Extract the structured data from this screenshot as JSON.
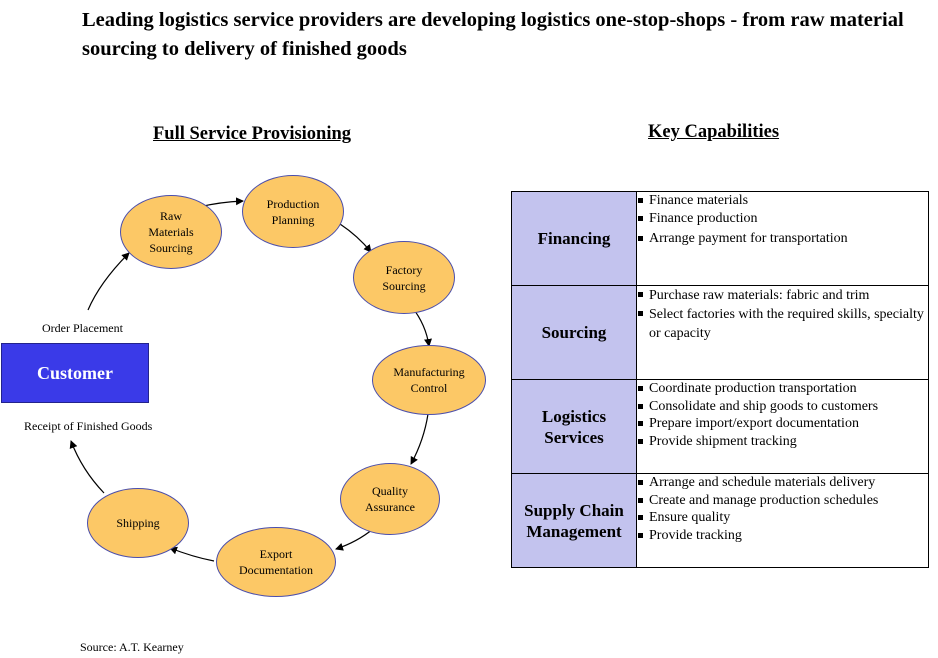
{
  "headline": "Leading logistics service providers are developing logistics one-stop-shops - from raw material sourcing to delivery of finished goods",
  "full_service": {
    "title": "Full Service Provisioning",
    "customer": "Customer",
    "order_placement": "Order Placement",
    "receipt": "Receipt of Finished Goods",
    "steps": [
      "Raw\nMaterials\nSourcing",
      "Production\nPlanning",
      "Factory\nSourcing",
      "Manufacturing\nControl",
      "Quality\nAssurance",
      "Export\nDocumentation",
      "Shipping"
    ]
  },
  "key_capabilities": {
    "title": "Key Capabilities",
    "rows": [
      {
        "name": "Financing",
        "bullets": [
          "Finance materials",
          "Finance production",
          "Arrange payment for transportation"
        ]
      },
      {
        "name": "Sourcing",
        "bullets": [
          "Purchase raw materials: fabric and trim",
          "Select factories with the required skills, specialty or capacity"
        ]
      },
      {
        "name": "Logistics\nServices",
        "bullets": [
          "Coordinate production transportation",
          "Consolidate and ship goods to customers",
          "Prepare import/export documentation",
          "Provide shipment tracking"
        ]
      },
      {
        "name": "Supply Chain\nManagement",
        "bullets": [
          "Arrange and schedule materials delivery",
          "Create and manage production schedules",
          "Ensure quality",
          "Provide tracking"
        ]
      }
    ]
  },
  "source": "Source: A.T. Kearney",
  "colors": {
    "node_fill": "#fcc866",
    "node_border": "#4b4eab",
    "customer_fill": "#3a3ae8",
    "capability_fill": "#c3c3ee"
  }
}
